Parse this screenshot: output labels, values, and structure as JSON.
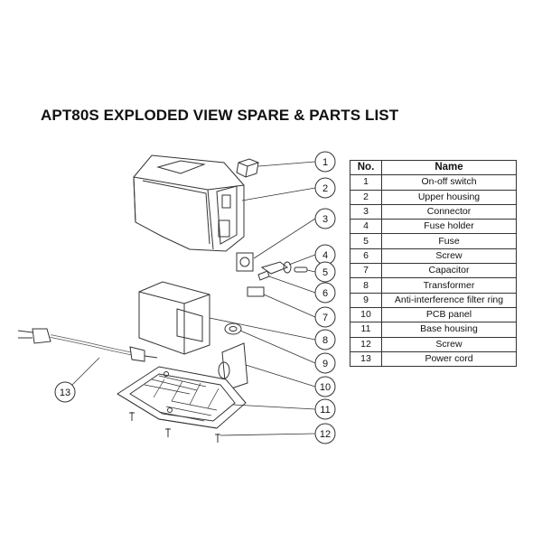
{
  "title": "APT80S EXPLODED VIEW SPARE & PARTS LIST",
  "table": {
    "headers": [
      "No.",
      "Name"
    ],
    "rows": [
      {
        "no": "1",
        "name": "On-off switch"
      },
      {
        "no": "2",
        "name": "Upper housing"
      },
      {
        "no": "3",
        "name": "Connector"
      },
      {
        "no": "4",
        "name": "Fuse holder"
      },
      {
        "no": "5",
        "name": "Fuse"
      },
      {
        "no": "6",
        "name": "Screw"
      },
      {
        "no": "7",
        "name": "Capacitor"
      },
      {
        "no": "8",
        "name": "Transformer"
      },
      {
        "no": "9",
        "name": "Anti-interference filter ring"
      },
      {
        "no": "10",
        "name": "PCB panel"
      },
      {
        "no": "11",
        "name": "Base housing"
      },
      {
        "no": "12",
        "name": "Screw"
      },
      {
        "no": "13",
        "name": "Power cord"
      }
    ]
  },
  "callouts": [
    "1",
    "2",
    "3",
    "4",
    "5",
    "6",
    "7",
    "8",
    "9",
    "10",
    "11",
    "12",
    "13"
  ]
}
